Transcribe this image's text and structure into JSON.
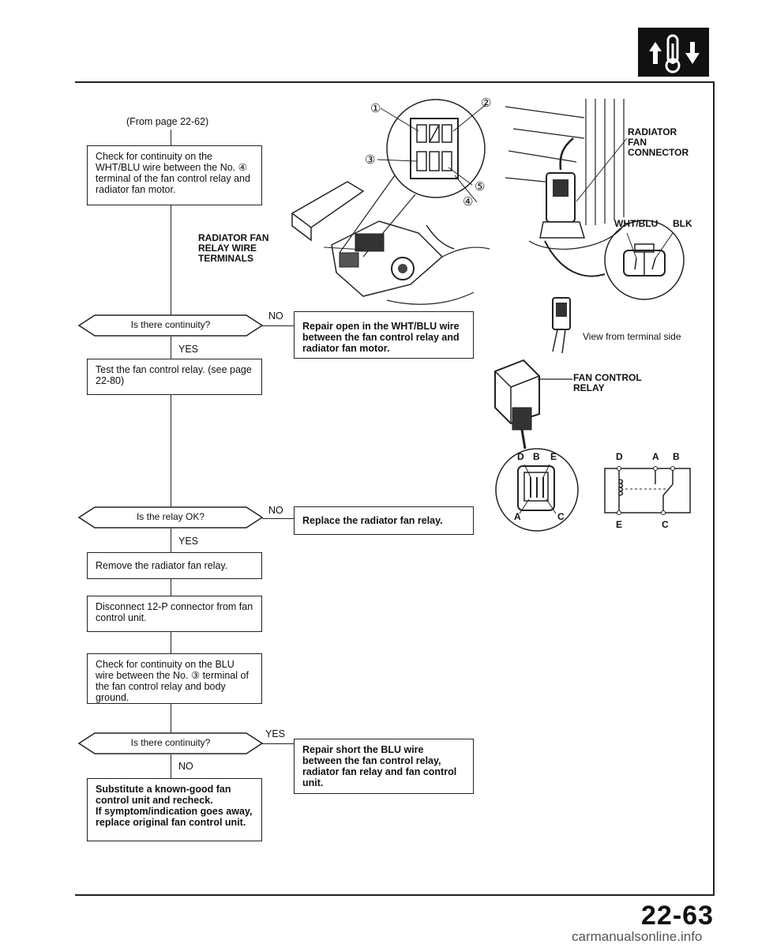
{
  "header": {
    "icon": "thermometer-up-down-icon"
  },
  "flow": {
    "from_page": "(From page 22-62)",
    "step1": "Check for continuity on the WHT/BLU wire between the No. ④ terminal of the fan control relay and radiator fan motor.",
    "q1": "Is there continuity?",
    "q1_no": "NO",
    "q1_no_action": "Repair open in the WHT/BLU wire between the fan control relay and radiator fan motor.",
    "q1_yes": "YES",
    "step2": "Test the fan control relay. (see page 22-80)",
    "q2": "Is the relay OK?",
    "q2_no": "NO",
    "q2_no_action": "Replace the radiator fan relay.",
    "q2_yes": "YES",
    "step3": "Remove the radiator fan relay.",
    "step4": "Disconnect 12-P connector from fan control unit.",
    "step5": "Check for continuity on the BLU wire between the No. ③ terminal of the fan control relay and body ground.",
    "q3": "Is there continuity?",
    "q3_yes": "YES",
    "q3_yes_action": "Repair short the BLU wire between the fan control relay, radiator fan relay and fan control unit.",
    "q3_no": "NO",
    "final_1": "Substitute a known-good fan control unit and recheck.",
    "final_2": "If symptom/indication goes away, replace original fan control unit."
  },
  "illustrations": {
    "relay_terminals_label_1": "RADIATOR FAN",
    "relay_terminals_label_2": "RELAY WIRE",
    "relay_terminals_label_3": "TERMINALS",
    "terminal_numbers": [
      "①",
      "②",
      "③",
      "④",
      "⑤"
    ],
    "fan_connector_label_1": "RADIATOR",
    "fan_connector_label_2": "FAN",
    "fan_connector_label_3": "CONNECTOR",
    "wire_wht_blu": "WHT/BLU",
    "wire_blk": "BLK",
    "view_note": "View from terminal side",
    "fan_control_relay_1": "FAN CONTROL",
    "fan_control_relay_2": "RELAY",
    "relay_pins": {
      "D": "D",
      "B": "B",
      "E": "E",
      "A": "A",
      "C": "C"
    },
    "schematic_pins": {
      "D": "D",
      "A": "A",
      "B": "B",
      "E": "E",
      "C": "C"
    }
  },
  "footer": {
    "page_number": "22-63",
    "watermark": "carmanualsonline.info"
  }
}
